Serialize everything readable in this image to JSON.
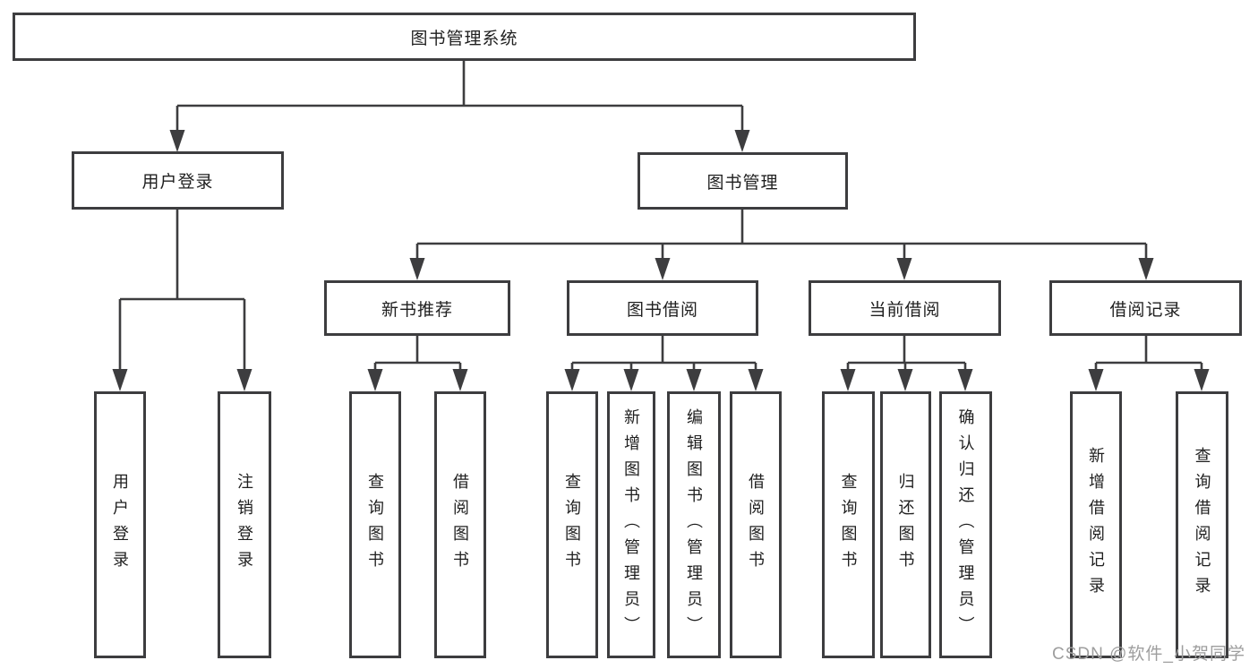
{
  "diagram": {
    "watermark": "CSDN @软件_小贺同学",
    "colors": {
      "line": "#3d3d3f",
      "text": "#1f1f1f",
      "watermark": "#9e9e9e",
      "background": "#ffffff"
    },
    "tree": {
      "label": "图书管理系统",
      "children": [
        {
          "label": "用户登录",
          "children": [
            {
              "label": "用户登录"
            },
            {
              "label": "注销登录"
            }
          ]
        },
        {
          "label": "图书管理",
          "children": [
            {
              "label": "新书推荐",
              "children": [
                {
                  "label": "查询图书"
                },
                {
                  "label": "借阅图书"
                }
              ]
            },
            {
              "label": "图书借阅",
              "children": [
                {
                  "label": "查询图书"
                },
                {
                  "label": "新增图书（管理员）"
                },
                {
                  "label": "编辑图书（管理员）"
                },
                {
                  "label": "借阅图书"
                }
              ]
            },
            {
              "label": "当前借阅",
              "children": [
                {
                  "label": "查询图书"
                },
                {
                  "label": "归还图书"
                },
                {
                  "label": "确认归还（管理员）"
                }
              ]
            },
            {
              "label": "借阅记录",
              "children": [
                {
                  "label": "新增借阅记录"
                },
                {
                  "label": "查询借阅记录"
                }
              ]
            }
          ]
        }
      ]
    }
  }
}
